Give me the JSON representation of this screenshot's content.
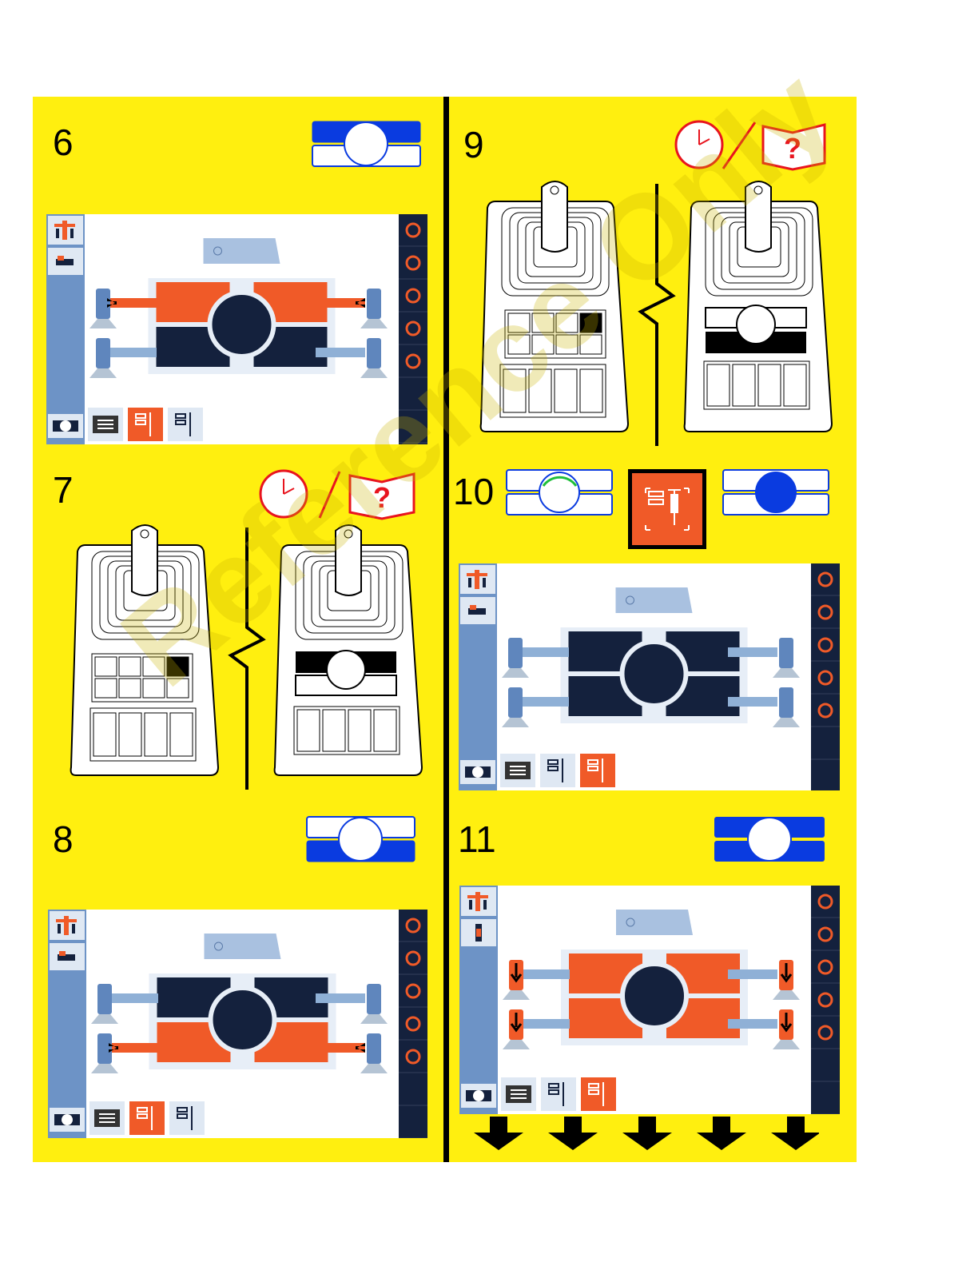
{
  "steps": {
    "s6": "6",
    "s7": "7",
    "s8": "8",
    "s9": "9",
    "s10": "10",
    "s11": "11"
  },
  "watermark": "Reference Only",
  "icons": {
    "clock": "clock-icon",
    "manual": "manual-question-icon",
    "question_mark": "?",
    "joystick": "joystick-panel-icon",
    "mode_indicator": "drive-mode-indicator-icon"
  },
  "colors": {
    "background": "#ffef0f",
    "accent_orange": "#f05a28",
    "navy": "#14213d",
    "blue": "#0a3be0",
    "alert_red": "#e8141e"
  }
}
